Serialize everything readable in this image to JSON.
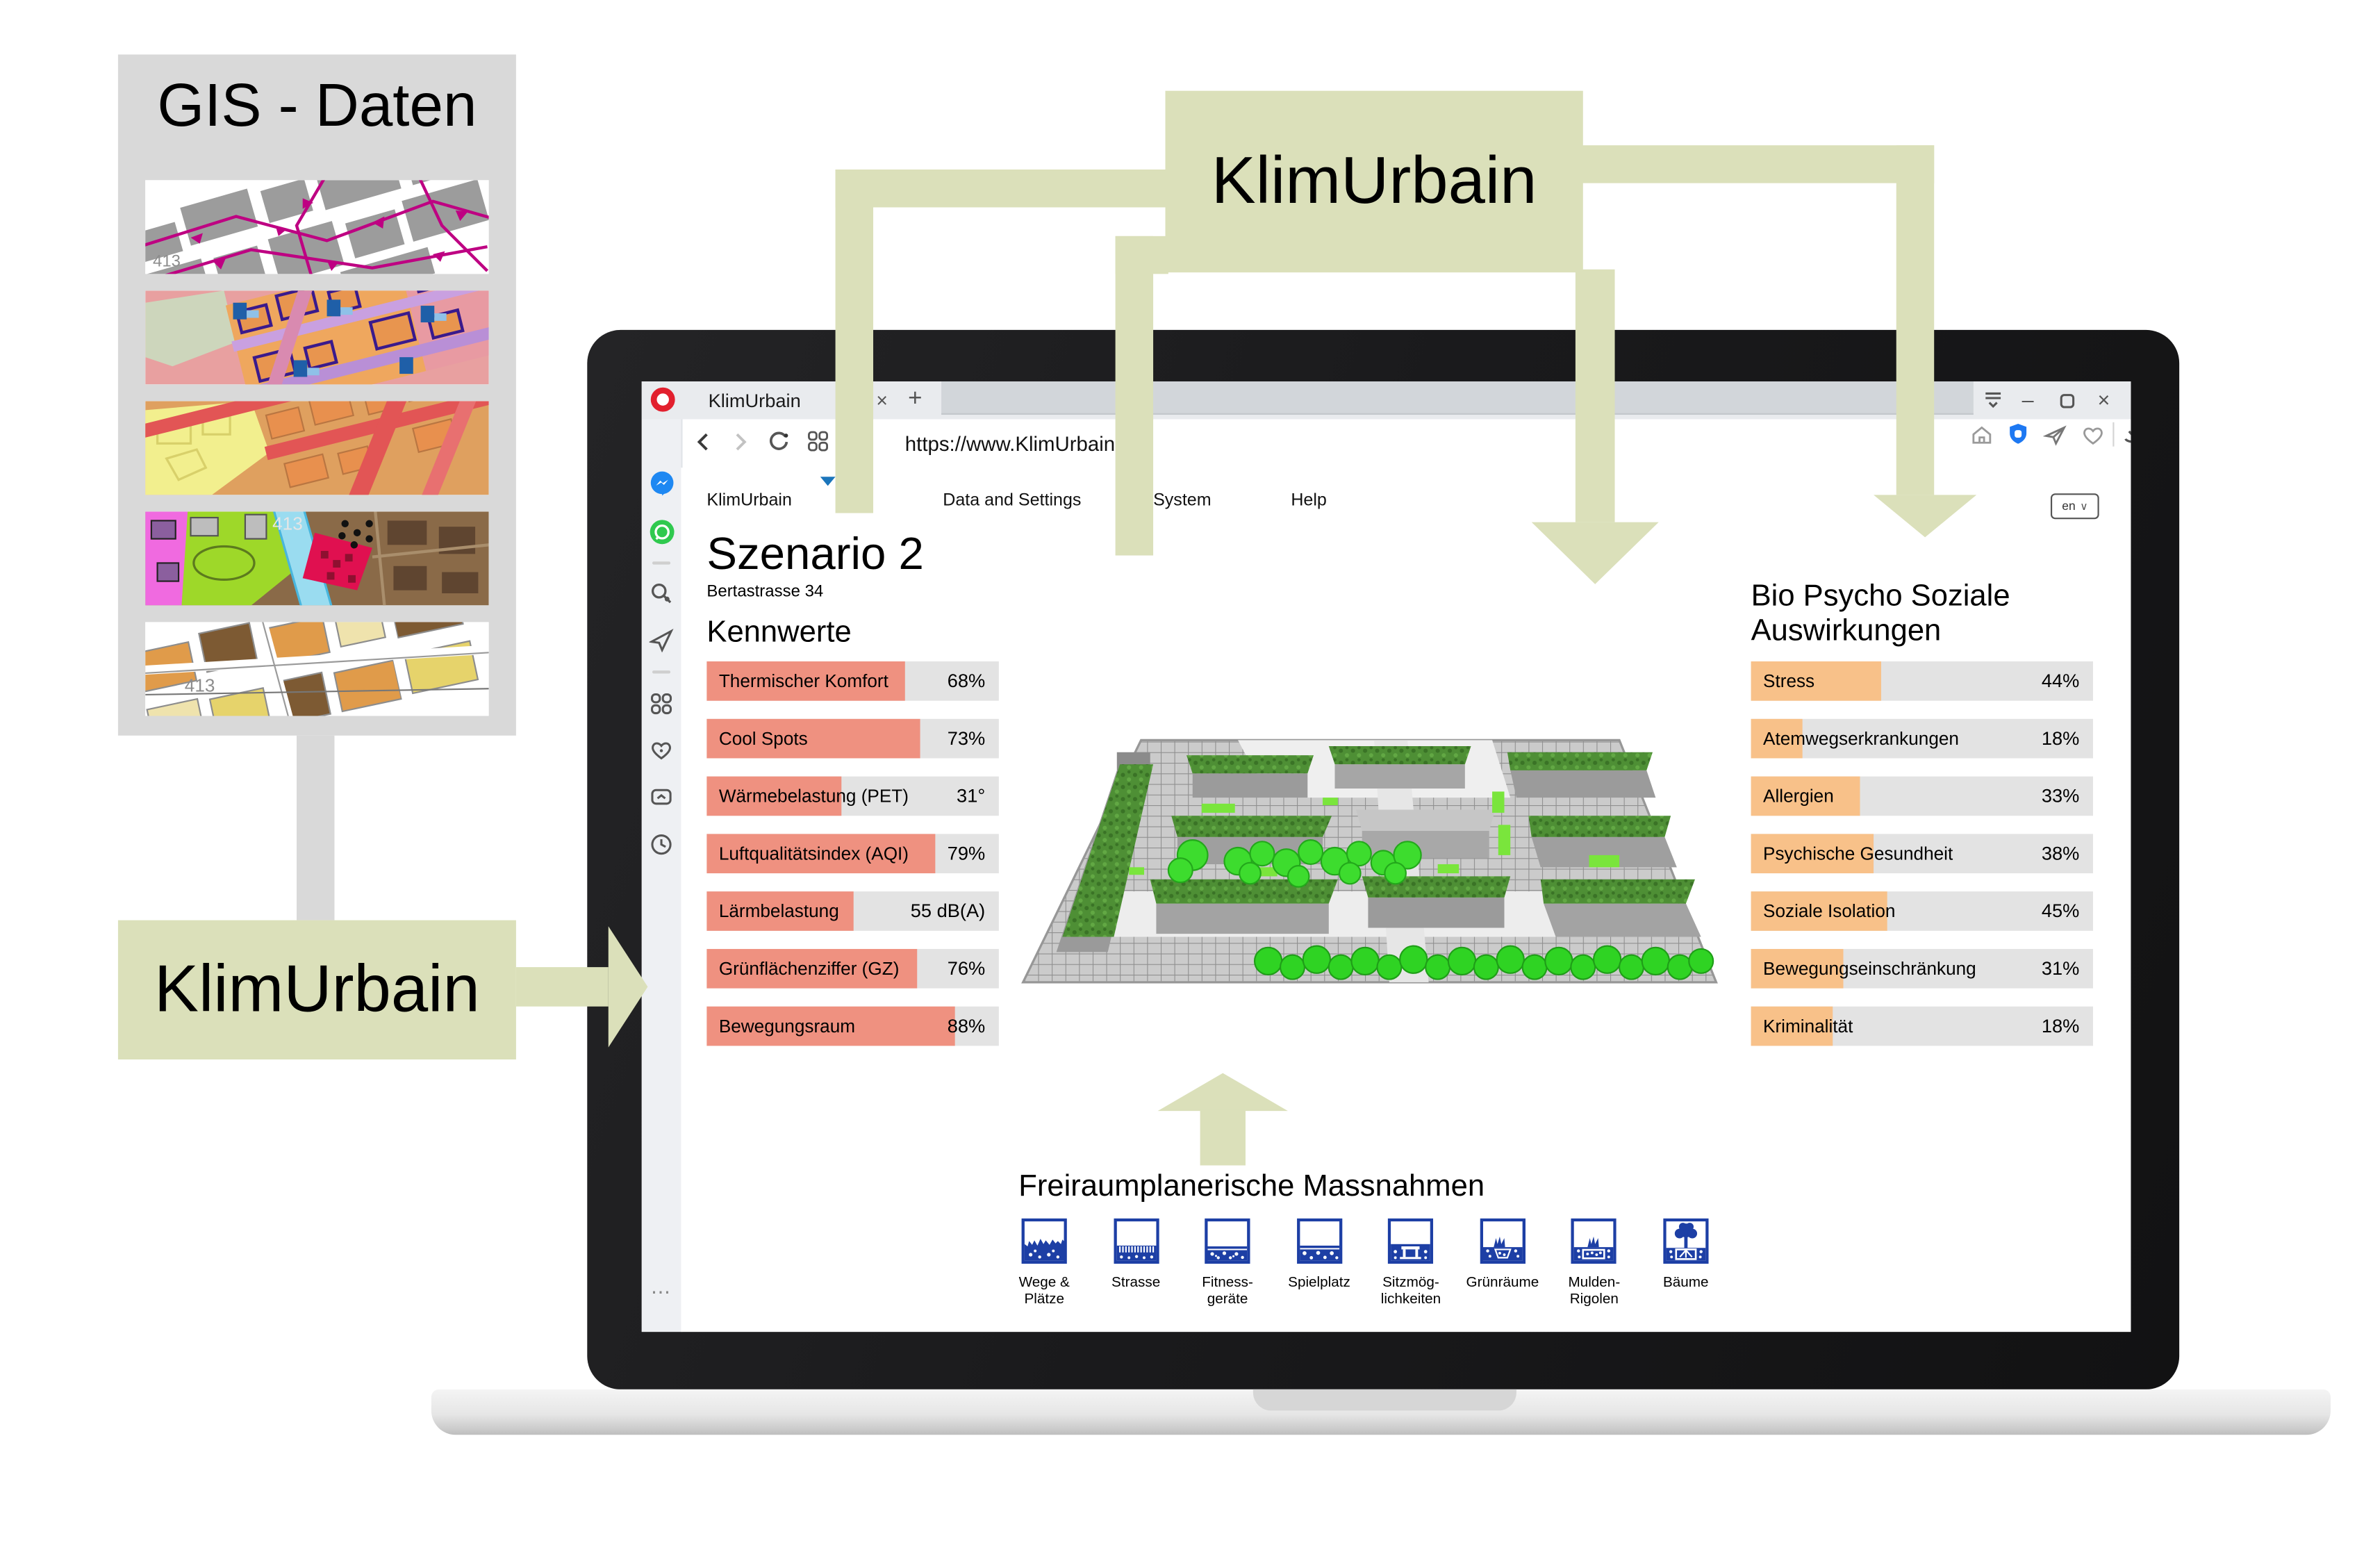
{
  "colors": {
    "salmon": "#EF9180",
    "orange": "#F8C189",
    "track": "#E3E3E3",
    "palegreen": "#DBE0BA",
    "panelgrey": "#D9D9D9",
    "measureblue": "#1D3FA5",
    "operared": "#E2202E",
    "messengerblue": "#1E88F2",
    "whatsappgreen": "#2FC94E",
    "vpnblue": "#1D78F2",
    "menublue": "#1B75BB"
  },
  "gis_panel": {
    "title": "GIS - Daten",
    "maps": [
      {
        "name": "traffic-network-map",
        "annotation": "413"
      },
      {
        "name": "zoning-map",
        "annotation": ""
      },
      {
        "name": "noise-heat-map",
        "annotation": ""
      },
      {
        "name": "landuse-map",
        "annotation": "413"
      },
      {
        "name": "cadastral-map",
        "annotation": "413"
      }
    ]
  },
  "flow": {
    "left_box_label": "KlimUrbain",
    "top_box_label": "KlimUrbain"
  },
  "browser": {
    "tab_title": "KlimUrbain",
    "tab_close_glyph": "×",
    "new_tab_glyph": "+",
    "minimize_glyph": "–",
    "close_glyph": "×",
    "url": "https://www.KlimUrbain.ch",
    "sidebar_icons": [
      "messenger-icon",
      "whatsapp-icon",
      "search-icon",
      "my-flow-icon",
      "speed-dial-icon",
      "bookmarks-heart-icon",
      "tabs-icon",
      "history-clock-icon",
      "ellipsis-icon"
    ],
    "toolbar_icons": [
      "back-icon",
      "forward-icon",
      "reload-icon",
      "speed-dial-grid-icon",
      "home-icon",
      "vpn-badge-icon",
      "send-icon",
      "favorite-heart-icon",
      "download-icon",
      "panels-icon",
      "tab-tiling-icon",
      "restore-icon"
    ],
    "ellipsis_glyph": "⋯",
    "menu": {
      "items": [
        "KlimUrbain",
        "Data and Settings",
        "System",
        "Help"
      ],
      "language": "en",
      "language_chevron": "∨"
    }
  },
  "page": {
    "heading": "Szenario 2",
    "subheading": "Bertastrasse 34",
    "kennwerte": {
      "title": "Kennwerte",
      "bars": [
        {
          "label": "Thermischer Komfort",
          "value": "68%",
          "fill": 68
        },
        {
          "label": "Cool Spots",
          "value": "73%",
          "fill": 73
        },
        {
          "label": "Wärmebelastung (PET)",
          "value": "31°",
          "fill": 46
        },
        {
          "label": "Luftqualitätsindex (AQI)",
          "value": "79%",
          "fill": 78
        },
        {
          "label": "Lärmbelastung",
          "value": "55 dB(A)",
          "fill": 50
        },
        {
          "label": "Grünflächenziffer (GZ)",
          "value": "76%",
          "fill": 72
        },
        {
          "label": "Bewegungsraum",
          "value": "88%",
          "fill": 85
        }
      ]
    },
    "bio": {
      "title": "Bio Psycho Soziale\nAuswirkungen",
      "bars": [
        {
          "label": "Stress",
          "value": "44%",
          "fill": 38
        },
        {
          "label": "Atemwegserkrankungen",
          "value": "18%",
          "fill": 15
        },
        {
          "label": "Allergien",
          "value": "33%",
          "fill": 32
        },
        {
          "label": "Psychische Gesundheit",
          "value": "38%",
          "fill": 36
        },
        {
          "label": "Soziale Isolation",
          "value": "45%",
          "fill": 40
        },
        {
          "label": "Bewegungseinschränkung",
          "value": "31%",
          "fill": 27
        },
        {
          "label": "Kriminalität",
          "value": "18%",
          "fill": 24
        }
      ]
    },
    "measures": {
      "title": "Freiraumplanerische Massnahmen",
      "items": [
        {
          "label": "Wege &\nPlätze",
          "icon": "paths-places-icon"
        },
        {
          "label": "Strasse",
          "icon": "street-icon"
        },
        {
          "label": "Fitness-\ngeräte",
          "icon": "fitness-equipment-icon"
        },
        {
          "label": "Spielplatz",
          "icon": "playground-icon"
        },
        {
          "label": "Sitzmög-\nlichkeiten",
          "icon": "seating-icon"
        },
        {
          "label": "Grünräume",
          "icon": "green-spaces-icon"
        },
        {
          "label": "Mulden-\nRigolen",
          "icon": "swale-trench-icon"
        },
        {
          "label": "Bäume",
          "icon": "trees-icon"
        }
      ]
    },
    "model_caption": ""
  },
  "chart_data": [
    {
      "type": "bar",
      "orientation": "horizontal",
      "title": "Kennwerte",
      "categories": [
        "Thermischer Komfort",
        "Cool Spots",
        "Wärmebelastung (PET)",
        "Luftqualitätsindex (AQI)",
        "Lärmbelastung",
        "Grünflächenziffer (GZ)",
        "Bewegungsraum"
      ],
      "values_display": [
        "68%",
        "73%",
        "31°",
        "79%",
        "55 dB(A)",
        "76%",
        "88%"
      ],
      "fill_percent": [
        68,
        73,
        46,
        78,
        50,
        72,
        85
      ],
      "bar_color": "#EF9180"
    },
    {
      "type": "bar",
      "orientation": "horizontal",
      "title": "Bio Psycho Soziale Auswirkungen",
      "categories": [
        "Stress",
        "Atemwegserkrankungen",
        "Allergien",
        "Psychische Gesundheit",
        "Soziale Isolation",
        "Bewegungseinschränkung",
        "Kriminalität"
      ],
      "values_display": [
        "44%",
        "18%",
        "33%",
        "38%",
        "45%",
        "31%",
        "18%"
      ],
      "fill_percent": [
        38,
        15,
        32,
        36,
        40,
        27,
        24
      ],
      "bar_color": "#F8C189"
    }
  ]
}
